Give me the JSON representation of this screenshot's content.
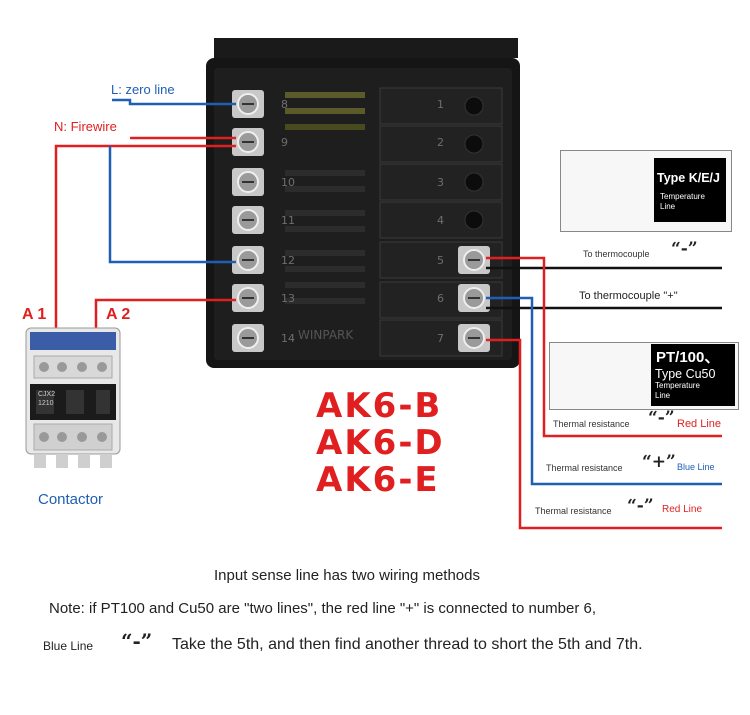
{
  "labels": {
    "zero_line": "L: zero line",
    "fire_wire": "N: Firewire",
    "a1": "A 1",
    "a2": "A 2",
    "contactor": "Contactor",
    "brand": "WINPARK",
    "contactor_model": "CJX2",
    "contactor_code": "1210"
  },
  "models": [
    "AK6-B",
    "AK6-D",
    "AK6-E"
  ],
  "left_terminals": [
    "8",
    "9",
    "10",
    "11",
    "12",
    "13",
    "14"
  ],
  "right_terminals": [
    "1",
    "2",
    "3",
    "4",
    "5",
    "6",
    "7"
  ],
  "thermocouple": {
    "tag": "Type K/E/J",
    "sub": "Temperature Line",
    "line1_text": "To thermocouple",
    "line1_sign": "“-”",
    "line2_text": "To thermocouple \"+\""
  },
  "resistance": {
    "tag1": "PT/100、",
    "tag2": "Type Cu50",
    "sub": "Temperature Line",
    "rows": [
      {
        "name": "Thermal resistance",
        "sign": "“-”",
        "color_text": "Red Line"
      },
      {
        "name": "Thermal resistance",
        "sign": "“+”",
        "color_text": "Blue Line"
      },
      {
        "name": "Thermal resistance",
        "sign": "“-”",
        "color_text": "Red Line"
      }
    ]
  },
  "notes": {
    "line1": "Input sense line has two wiring methods",
    "line2": "Note: if PT100 and Cu50 are \"two lines\", the red line \"+\" is connected to number 6,",
    "line3_prefix": "Blue Line",
    "line3_sign": "“-”",
    "line3_text": "Take the 5th, and then find another thread to short the 5th and 7th."
  },
  "colors": {
    "red_wire": "#e02020",
    "blue_wire": "#1e5fb4",
    "label_red": "#e02020",
    "label_blue": "#1e5fb4",
    "body": "#1a1a1a"
  }
}
